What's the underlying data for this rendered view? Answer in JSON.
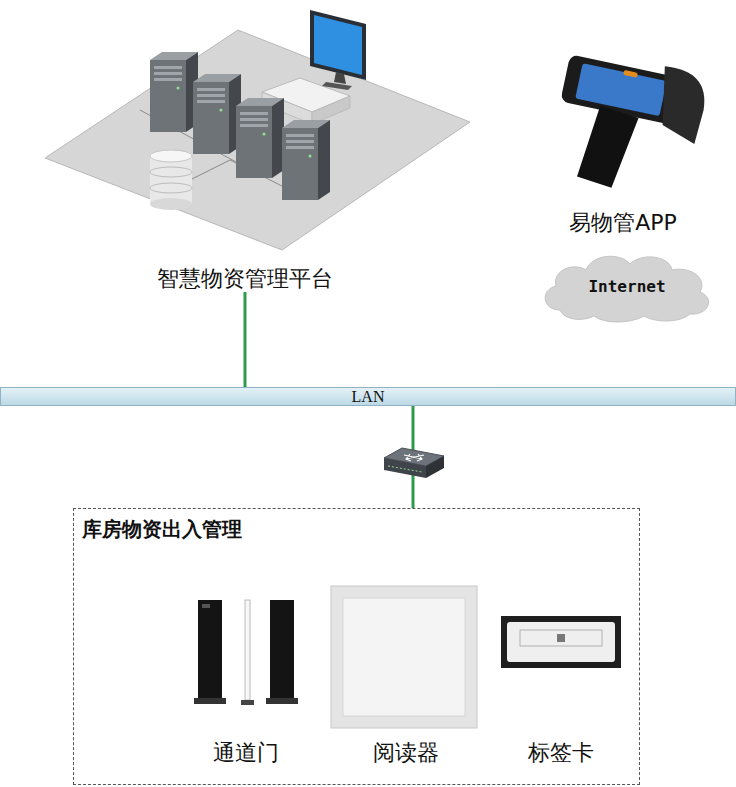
{
  "diagram": {
    "nodes": [
      {
        "text": [
          "智慧物资管理平台"
        ]
      },
      {
        "text": [
          "易物管APP"
        ]
      },
      {
        "text": [
          "Internet"
        ]
      },
      {
        "text": [
          "LAN"
        ]
      },
      {
        "text": [
          "库房物资出入管理"
        ]
      },
      {
        "text": [
          "通道门"
        ],
        "in": 4
      },
      {
        "text": [
          "阅读器"
        ],
        "in": 4
      },
      {
        "text": [
          "标签卡"
        ],
        "in": 4
      }
    ],
    "edges": [
      {
        "from": 0,
        "to": 3,
        "arrow": "none"
      },
      {
        "from": 3,
        "to": 4,
        "arrow": "none"
      }
    ]
  }
}
